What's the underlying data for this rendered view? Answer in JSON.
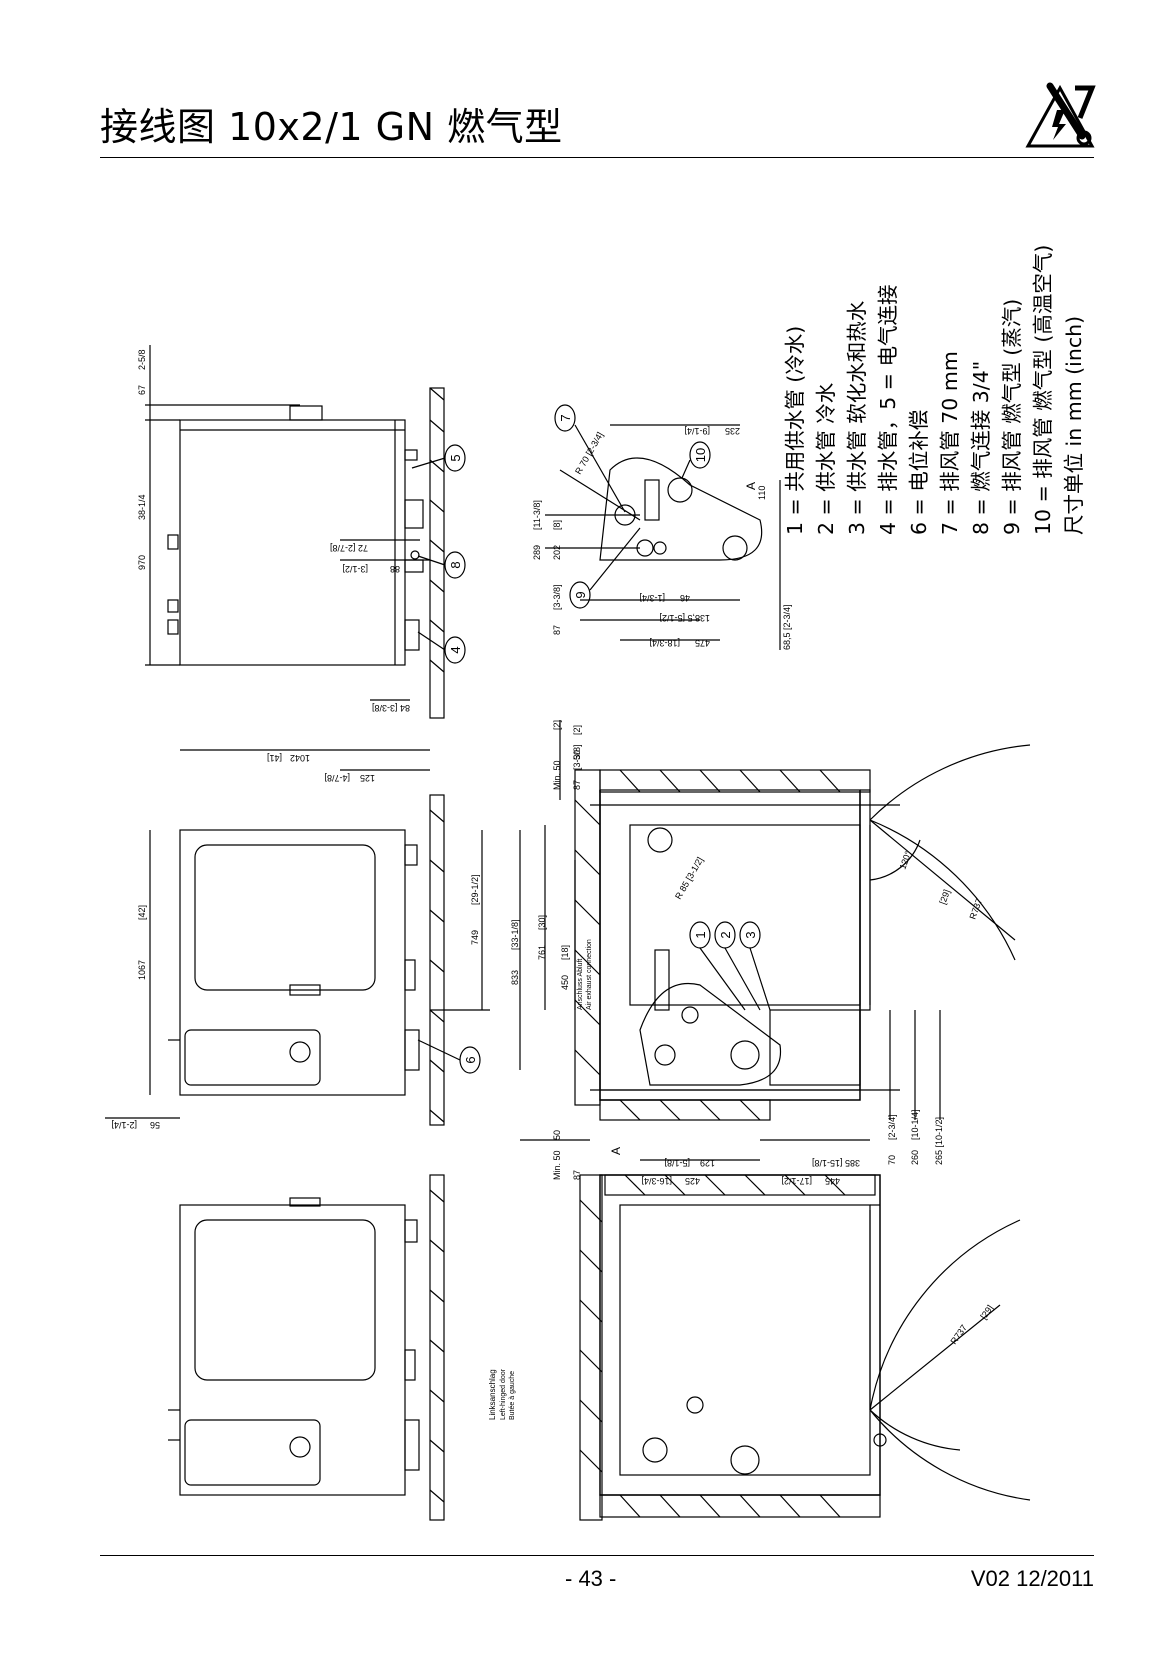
{
  "page": {
    "title": "接线图 10x2/1 GN 燃气型",
    "page_number": "- 43 -",
    "version": "V02 12/2011"
  },
  "legend": {
    "items": [
      "1 = 共用供水管 (冷水)",
      "2 = 供水管 冷水",
      "3 = 供水管 软化水和热水",
      "4 = 排水管，5 = 电气连接",
      "6 = 电位补偿",
      "7 = 排风管 70 mm",
      "8 = 燃气连接 3/4\"",
      "9 = 排风管 燃气型 (蒸汽)",
      "10 = 排风管 燃气型 (高温空气)",
      "尺寸单位 in mm (inch)"
    ]
  },
  "callouts": [
    "1",
    "2",
    "3",
    "4",
    "5",
    "6",
    "7",
    "8",
    "9",
    "10"
  ],
  "dimensions": {
    "side_970": "970",
    "side_38": "38-1/4",
    "side_67": "67",
    "side_2_58": "2-5/8",
    "side_72": "72 [2-7/8]",
    "side_88": "88",
    "side_3_12": "[3-1/2]",
    "side_84": "84 [3-3/8]",
    "front_1042": "1042",
    "front_41": "[41]",
    "front_125": "125",
    "front_4_78": "[4-7/8]",
    "front_1067": "1067",
    "front_42": "[42]",
    "front_749": "749",
    "front_29_12": "[29-1/2]",
    "front_56": "56",
    "front_2_14": "[2-1/4]",
    "top_235": "235",
    "top_9_14": "[9-1/4]",
    "top_289": "289",
    "top_11_38": "[11-3/8]",
    "top_202": "202",
    "top_8": "[8]",
    "top_87": "87",
    "top_3_38": "[3-3/8]",
    "top_46": "46",
    "top_1_34": "[1-3/4]",
    "top_1385": "138,5 [5-1/2]",
    "top_475": "475",
    "top_18_34": "[18-3/4]",
    "top_685": "68,5 [2-3/4]",
    "top_110": "110",
    "top_A": "A",
    "top_r70": "R 70 [2-3/4]",
    "plan_min50": "Min. 50",
    "plan_2": "[2]",
    "plan_50": "50",
    "plan_2b": "[2]",
    "plan_87": "87",
    "plan_3_38": "[3-3/8]",
    "plan_833": "833",
    "plan_761": "761",
    "plan_30": "[30]",
    "plan_450": "450",
    "plan_18": "[18]",
    "plan_33_18": "[33-1/8]",
    "plan_r85": "R 85 [3-1/2]",
    "plan_120": "120°",
    "plan_r737": "R737",
    "plan_29": "[29]",
    "plan_129": "129",
    "plan_5_18": "[5-1/8]",
    "plan_425": "425",
    "plan_16_34": "[16-3/4]",
    "plan_385": "385 [15-1/8]",
    "plan_445": "445",
    "plan_17_12": "[17-1/2]",
    "plan_70": "70",
    "plan_2_34": "[2-3/4]",
    "plan_260": "260",
    "plan_10_14": "[10-1/4]",
    "plan_265": "265 [10-1/2]",
    "plan_A": "A",
    "plan_min50b": "Min. 50",
    "plan_50b": "50",
    "plan_87b": "87",
    "plan2_r737": "R737",
    "plan2_29": "[29]"
  },
  "notes": {
    "exhaust_de": "Anschluss Abluft",
    "exhaust_en": "Air exhaust connection",
    "left_door_de": "Linksanschlag",
    "left_door_en": "Left-hinged door",
    "left_door_fr": "Butée à gauche"
  },
  "colors": {
    "line": "#000000",
    "background": "#ffffff"
  },
  "icons": [
    "warning-tools-icon"
  ]
}
